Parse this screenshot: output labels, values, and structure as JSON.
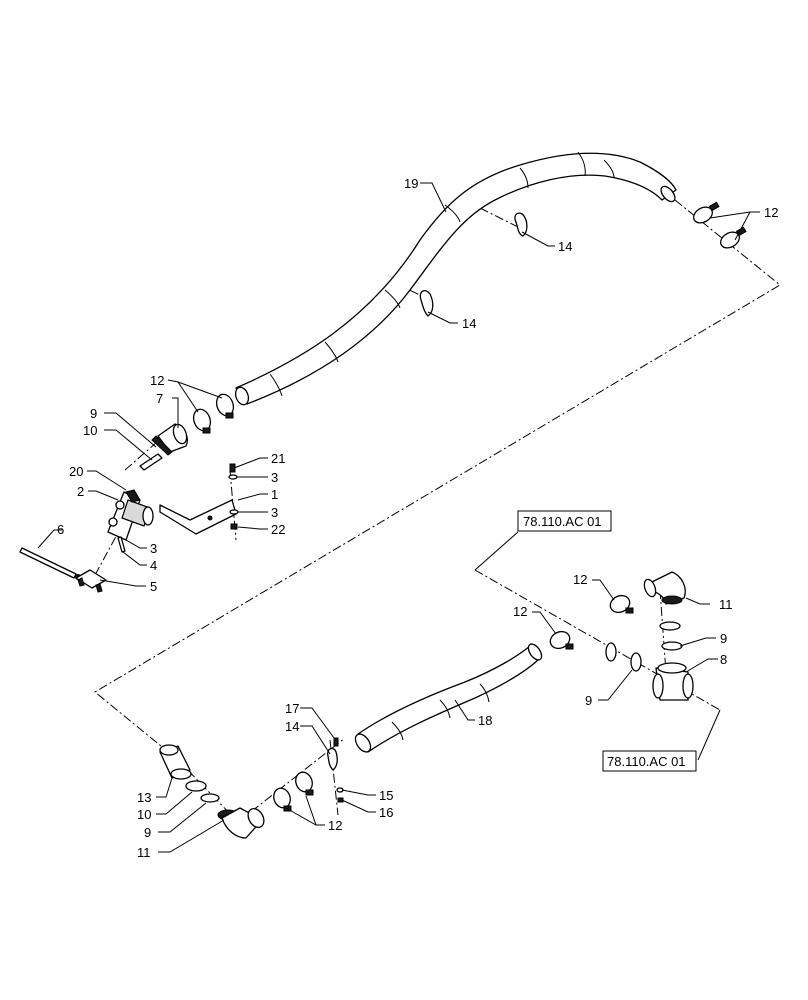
{
  "callouts": {
    "c19": "19",
    "c12_top_right": "12",
    "c14_upper": "14",
    "c14_mid": "14",
    "c12_left": "12",
    "c7": "7",
    "c9_left": "9",
    "c10_left": "10",
    "c21": "21",
    "c3_a": "3",
    "c1": "1",
    "c3_b": "3",
    "c22": "22",
    "c20": "20",
    "c2": "2",
    "c3_c": "3",
    "c4": "4",
    "c6": "6",
    "c5": "5",
    "c12_rt_a": "12",
    "c11_right": "11",
    "c12_rt_b": "12",
    "c9_rt_a": "9",
    "c8": "8",
    "c9_rt_b": "9",
    "c18": "18",
    "c17": "17",
    "c14_low": "14",
    "c15": "15",
    "c16": "16",
    "c12_low": "12",
    "c13": "13",
    "c10_low": "10",
    "c9_low": "9",
    "c11_low": "11"
  },
  "references": {
    "ref_top": "78.110.AC 01",
    "ref_bottom": "78.110.AC 01"
  }
}
